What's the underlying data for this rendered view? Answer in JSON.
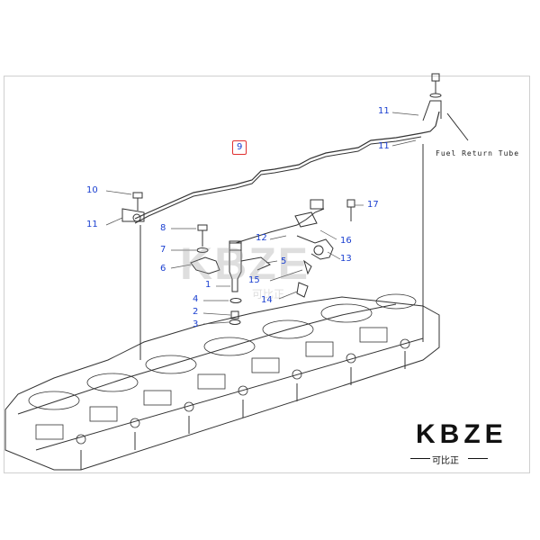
{
  "labels": {
    "p1": "1",
    "p2": "2",
    "p3": "3",
    "p4": "4",
    "p5": "5",
    "p6": "6",
    "p7": "7",
    "p8": "8",
    "p9": "9",
    "p10": "10",
    "p11a": "11",
    "p11b": "11",
    "p11c": "11",
    "p12": "12",
    "p13": "13",
    "p14": "14",
    "p15": "15",
    "p16": "16",
    "p17": "17"
  },
  "note": "Fuel Return Tube",
  "watermark": {
    "latin": "KBZE",
    "cn": "可比正"
  },
  "brand": {
    "name": "KBZE",
    "sub": "可比正"
  },
  "colors": {
    "label": "#1a3fd0",
    "highlight": "#e03030",
    "accent": "#e8731a",
    "line": "#333333"
  }
}
